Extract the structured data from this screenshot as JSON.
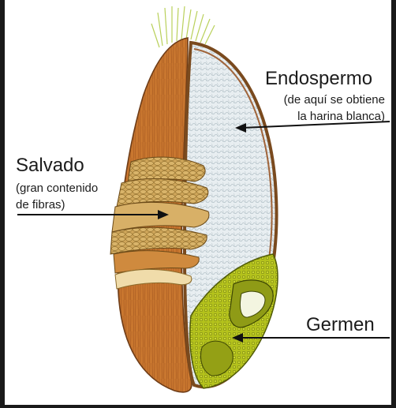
{
  "labels": {
    "endospermo": {
      "title": "Endospermo",
      "line1": "(de aquí se obtiene",
      "line2": "la harina blanca)"
    },
    "salvado": {
      "title": "Salvado",
      "line1": "(gran contenido",
      "line2": "de fibras)"
    },
    "germen": {
      "title": "Germen"
    }
  },
  "colors": {
    "bran": "#c9772f",
    "bran_dark": "#8a4a1c",
    "endosperm": "#e6ecef",
    "germ": "#b7c41e",
    "germ_dark": "#6f7a0e",
    "layers": "#c9a257",
    "beard": "#c6d86a"
  }
}
